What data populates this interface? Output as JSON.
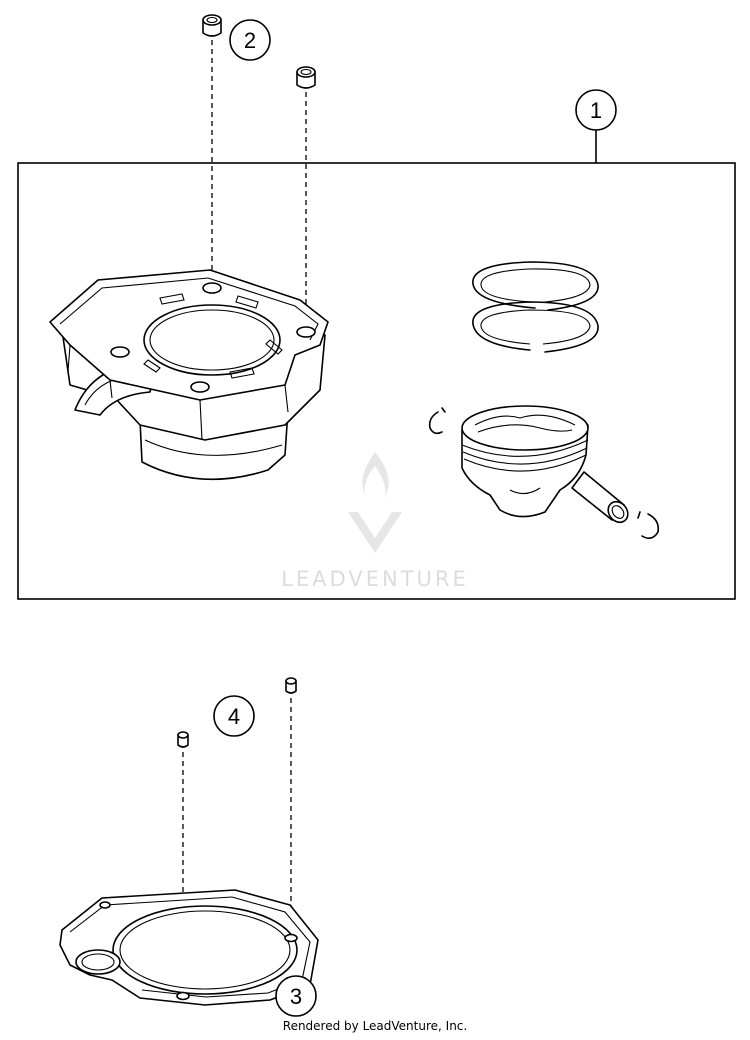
{
  "diagram": {
    "callouts": [
      {
        "id": "1",
        "label": "1"
      },
      {
        "id": "2",
        "label": "2"
      },
      {
        "id": "3",
        "label": "3"
      },
      {
        "id": "4",
        "label": "4"
      }
    ],
    "watermark": {
      "text": "LEADVENTURE"
    },
    "credit": "Rendered by LeadVenture, Inc."
  }
}
